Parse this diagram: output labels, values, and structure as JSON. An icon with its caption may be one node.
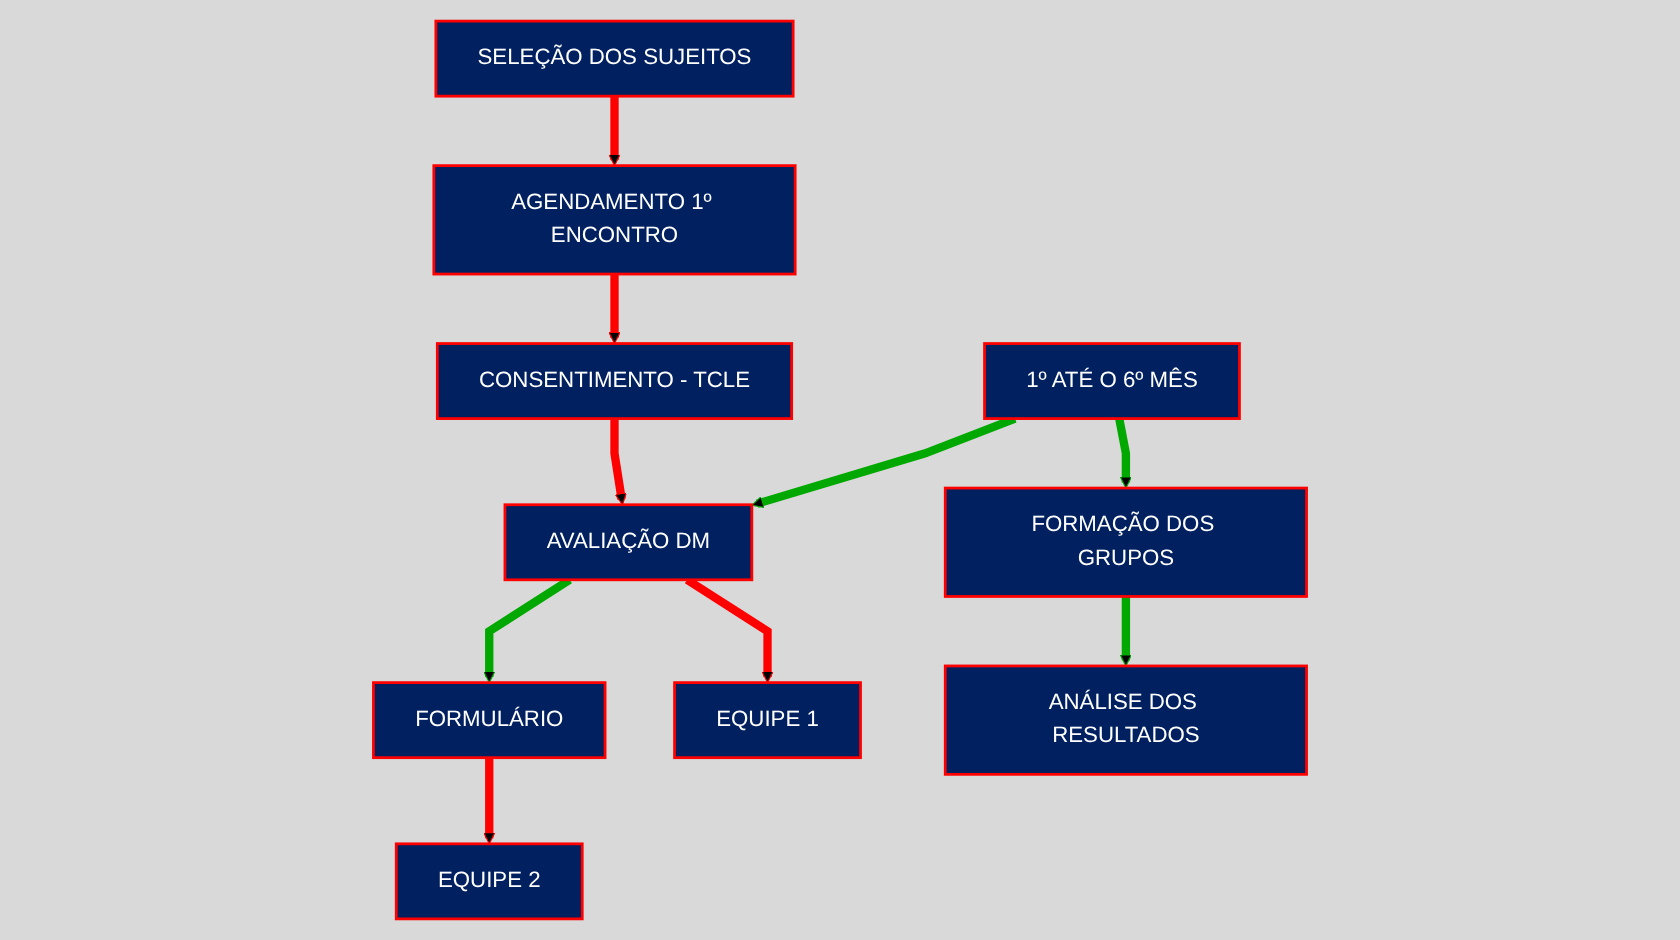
{
  "diagram": {
    "nodes": [
      {
        "text": [
          "SELEÇÃO DOS SUJEITOS"
        ]
      },
      {
        "text": [
          "AGENDAMENTO 1º ENCONTRO"
        ]
      },
      {
        "text": [
          "CONSENTIMENTO - TCLE"
        ]
      },
      {
        "text": [
          "1º ATÉ O 6º MÊS"
        ]
      },
      {
        "text": [
          "AVALIAÇÃO DM"
        ]
      },
      {
        "text": [
          "FORMULÁRIO"
        ]
      },
      {
        "text": [
          "EQUIPE 1"
        ]
      },
      {
        "text": [
          "EQUIPE 2"
        ]
      },
      {
        "text": [
          "FORMAÇÃO DOS GRUPOS"
        ]
      },
      {
        "text": [
          "ANÁLISE DOS RESULTADOS"
        ]
      }
    ],
    "edges": [
      {
        "from": 0,
        "to": 1,
        "arrow": "to",
        "color": "#ff0000"
      },
      {
        "from": 1,
        "to": 2,
        "arrow": "to",
        "color": "#ff0000"
      },
      {
        "from": 2,
        "to": 4,
        "arrow": "to",
        "color": "#ff0000"
      },
      {
        "from": 3,
        "to": 4,
        "arrow": "to",
        "color": "#00a800"
      },
      {
        "from": 4,
        "to": 5,
        "arrow": "to",
        "color": "#00a800"
      },
      {
        "from": 4,
        "to": 6,
        "arrow": "to",
        "color": "#ff0000"
      },
      {
        "from": 5,
        "to": 7,
        "arrow": "to",
        "color": "#ff0000"
      },
      {
        "from": 3,
        "to": 8,
        "arrow": "to",
        "color": "#00a800"
      },
      {
        "from": 8,
        "to": 9,
        "arrow": "to",
        "color": "#00a800"
      }
    ]
  }
}
